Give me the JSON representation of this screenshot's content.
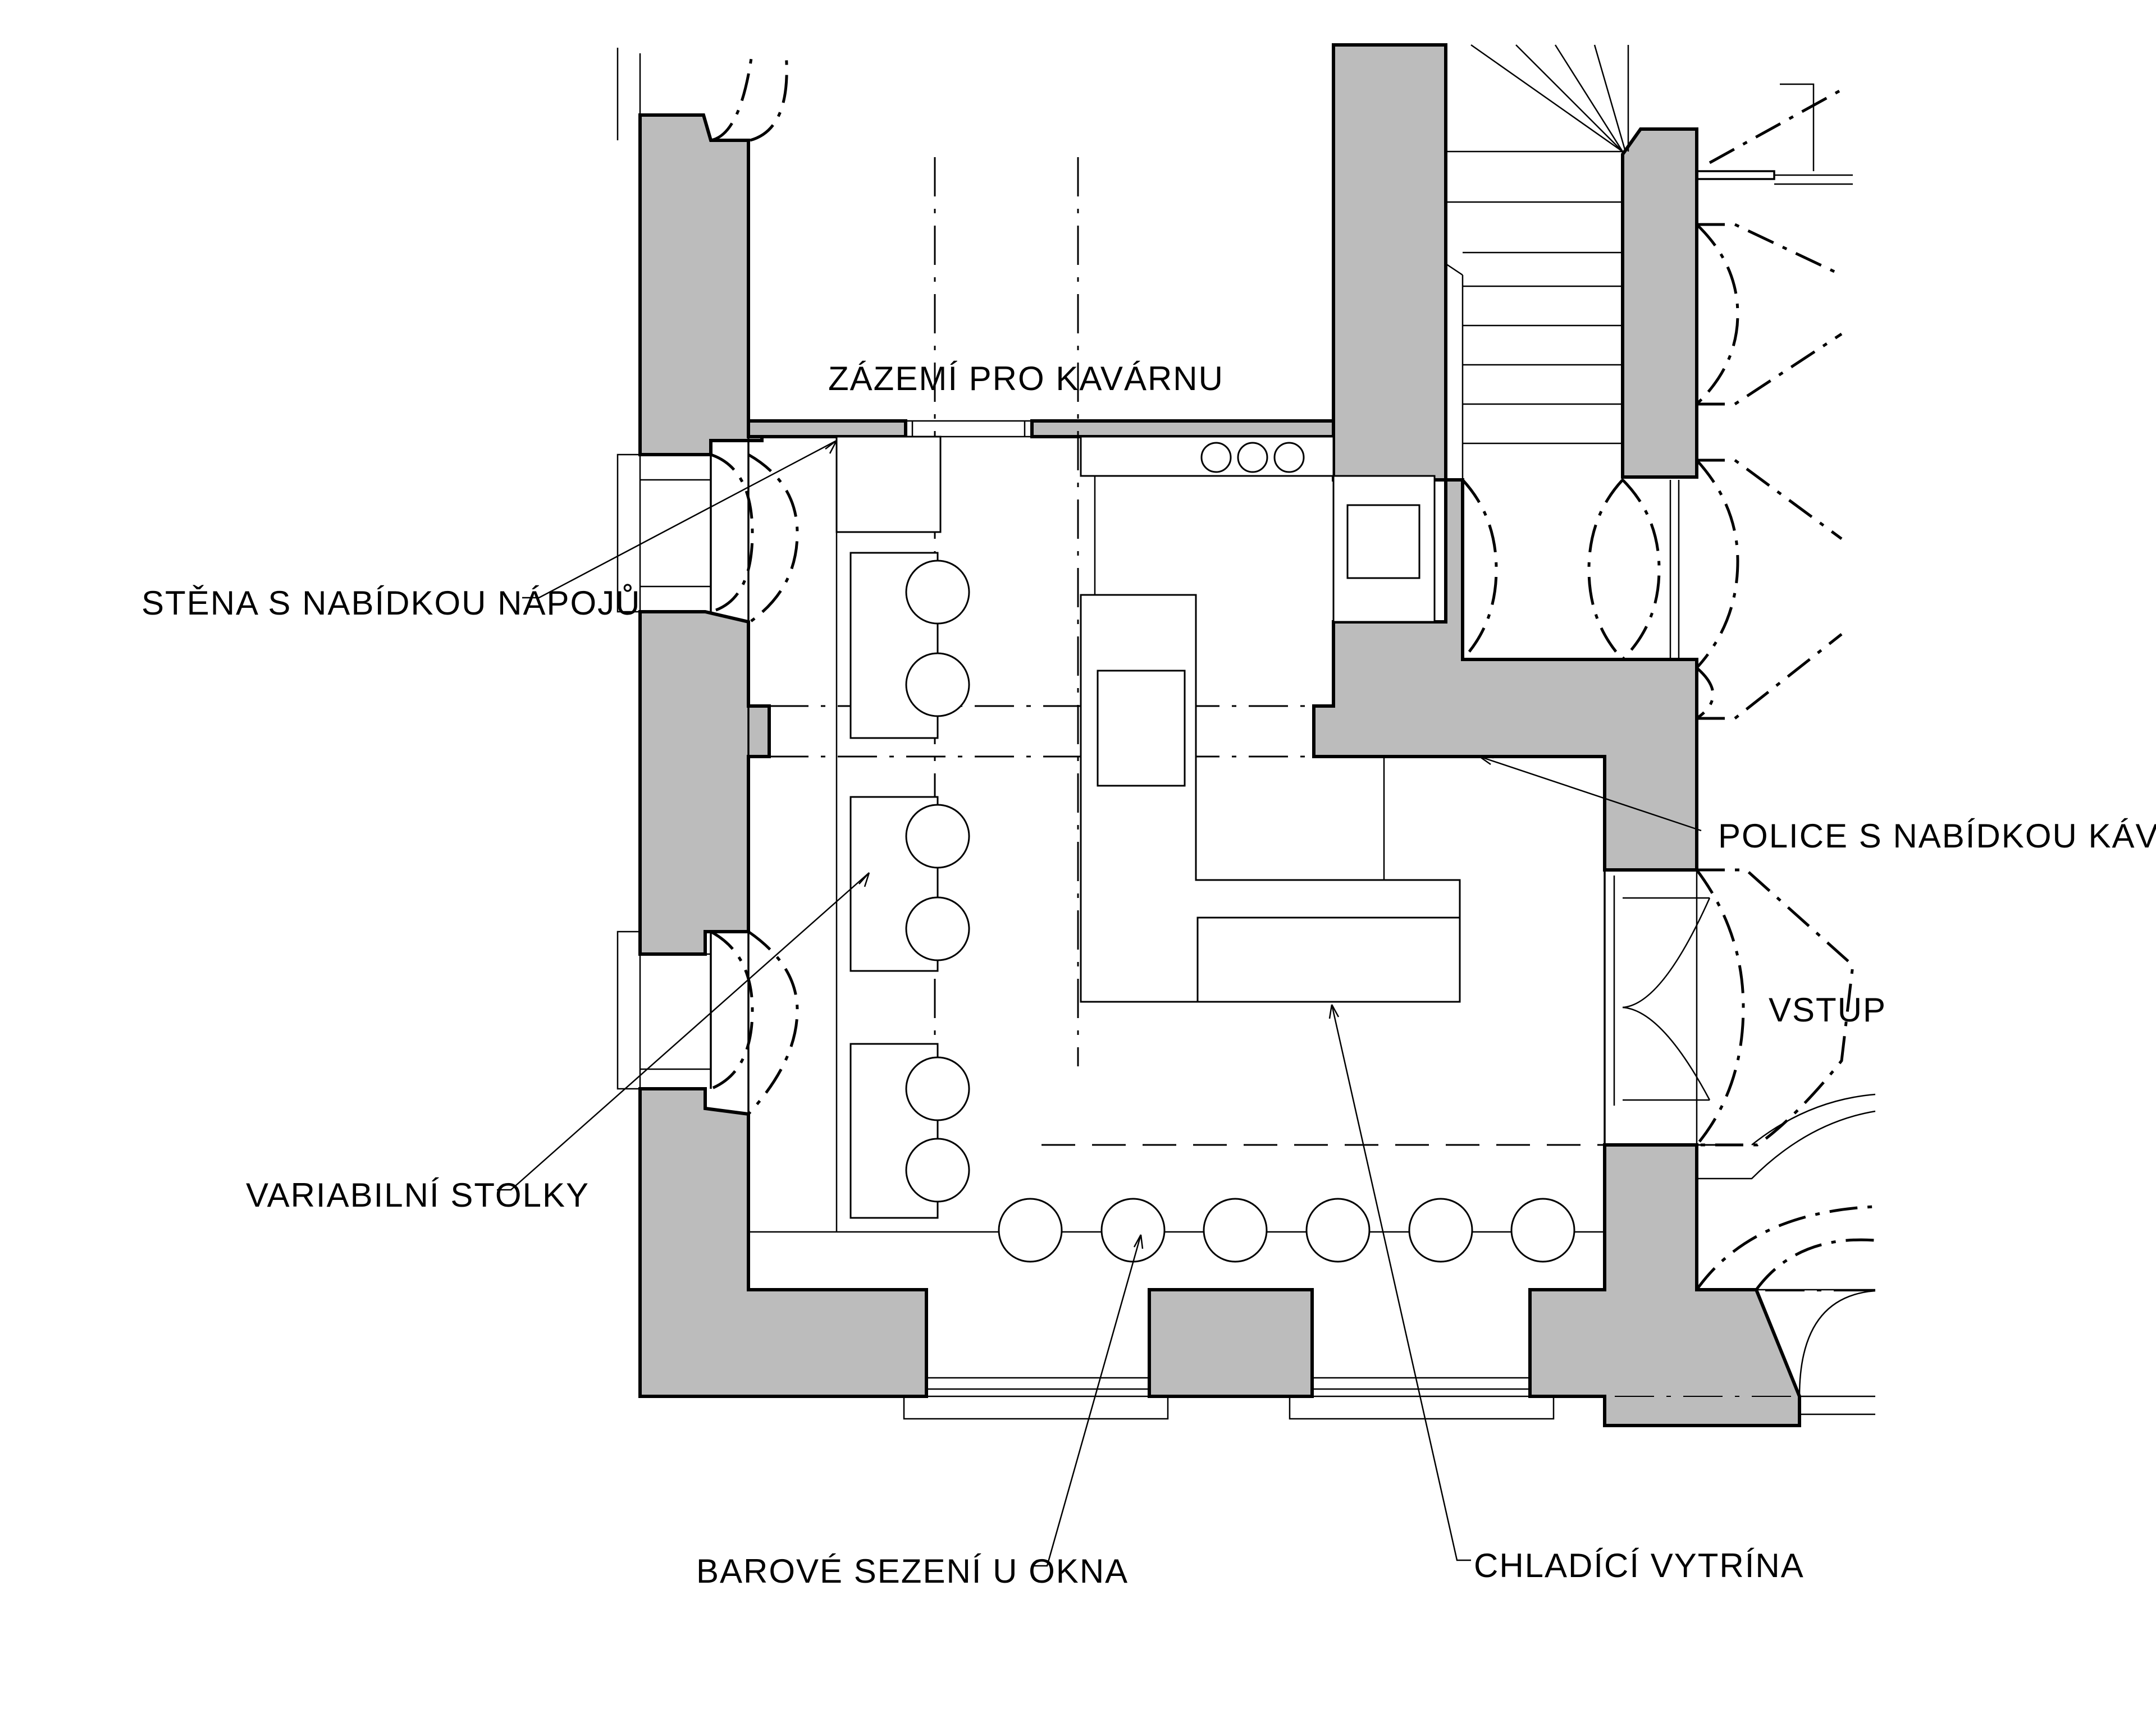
{
  "labels": {
    "backroom": "ZÁZEMÍ PRO KAVÁRNU",
    "drinks_wall": "STĚNA S NABÍDKOU NÁPOJŮ",
    "coffee_shelf": "POLICE S NABÍDKOU KÁV",
    "entrance": "VSTUP",
    "tables": "VARIABILNÍ STOLKY",
    "bar_seating": "BAROVÉ SEZENÍ U OKNA",
    "display_case": "CHLADÍCÍ VYTRÍNA"
  },
  "colors": {
    "wall_fill": "#bcbcbc",
    "line": "#000000",
    "background": "#ffffff"
  }
}
